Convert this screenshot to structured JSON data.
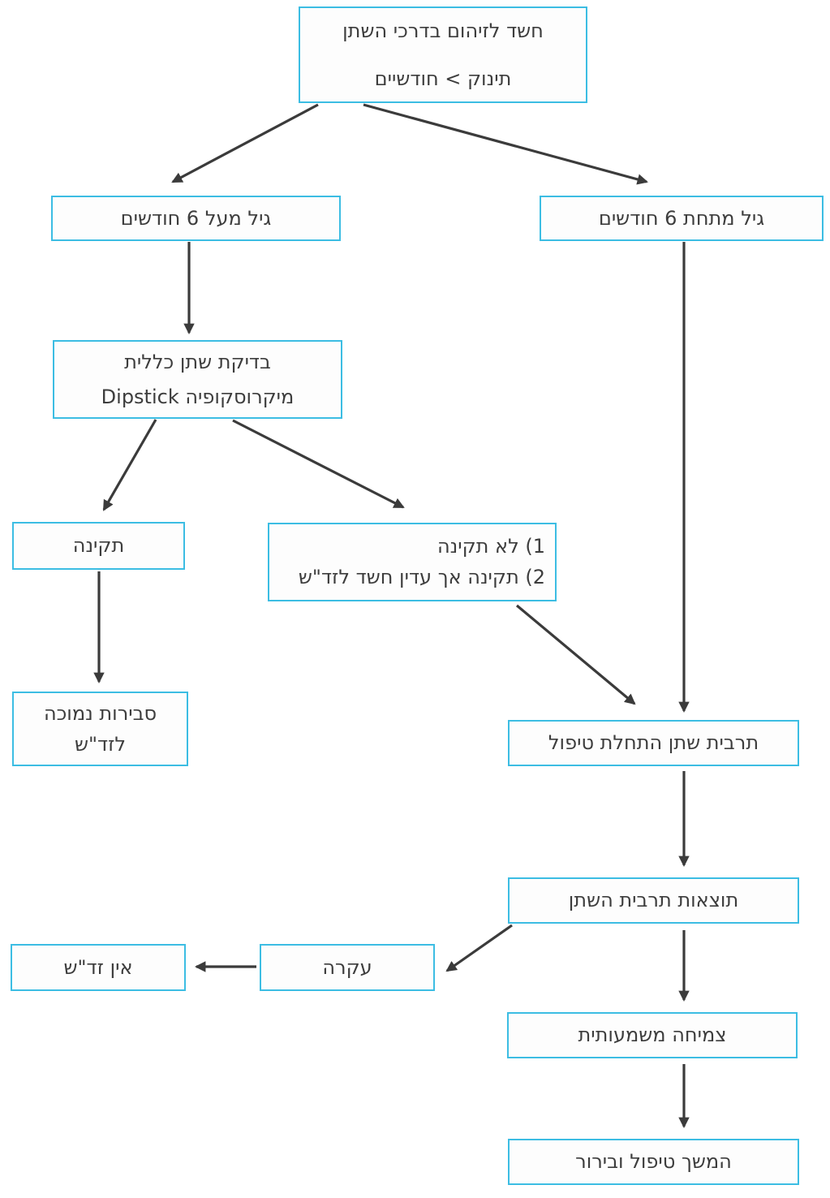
{
  "colors": {
    "box_border": "#3cbde3",
    "box_fill": "#fdfdfd",
    "text": "#3d3d3d",
    "arrow": "#3b3b3b",
    "background": "#ffffff"
  },
  "nodes": {
    "start": {
      "line1": "חשד לזיהום בדרכי השתן",
      "line2": "תינוק > חודשיים"
    },
    "age_over_6m": {
      "label": "גיל מעל 6 חודשים"
    },
    "age_under_6m": {
      "label": "גיל מתחת 6 חודשים"
    },
    "urinalysis": {
      "line1": "בדיקת שתן כללית",
      "line2": "מיקרוסקופיה Dipstick"
    },
    "normal": {
      "label": "תקינה"
    },
    "abnormal": {
      "line1": "1) לא תקינה",
      "line2": "2) תקינה אך עדין חשד לזד\"ש"
    },
    "low_likelihood": {
      "line1": "סבירות נמוכה",
      "line2": "לזד\"ש"
    },
    "urine_culture_start_treatment": {
      "label": "תרבית שתן התחלת טיפול"
    },
    "urine_culture_results": {
      "label": "תוצאות תרבית השתן"
    },
    "sterile": {
      "label": "עקרה"
    },
    "no_uti": {
      "label": "אין זד\"ש"
    },
    "significant_growth": {
      "label": "צמיחה משמעותית"
    },
    "continue_treatment_workup": {
      "label": "המשך טיפול ובירור"
    }
  }
}
